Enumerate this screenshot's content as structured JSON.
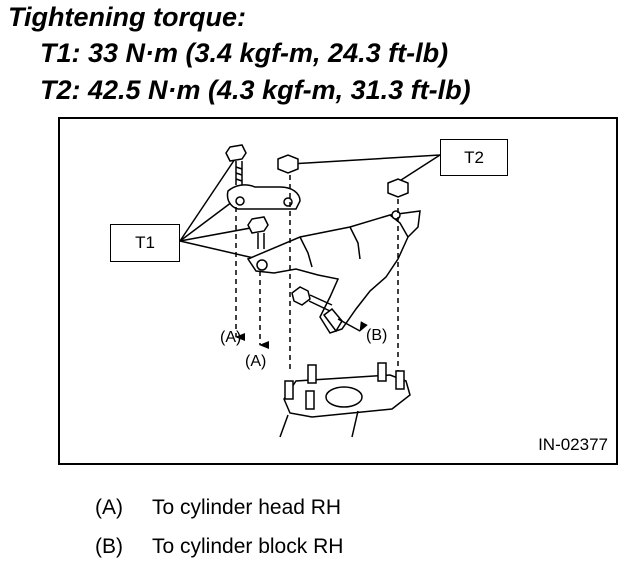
{
  "heading": {
    "title": "Tightening torque:",
    "t1_spec": "T1: 33 N·m (3.4 kgf-m, 24.3 ft-lb)",
    "t2_spec": "T2: 42.5 N·m (4.3 kgf-m, 31.3 ft-lb)"
  },
  "figure": {
    "callouts": {
      "t1": "T1",
      "t2": "T2"
    },
    "arrow_labels": {
      "a1": "(A)",
      "a2": "(A)",
      "b": "(B)"
    },
    "figure_id": "IN-02377"
  },
  "legend": [
    {
      "key": "(A)",
      "text": "To cylinder head RH"
    },
    {
      "key": "(B)",
      "text": "To cylinder block RH"
    }
  ]
}
